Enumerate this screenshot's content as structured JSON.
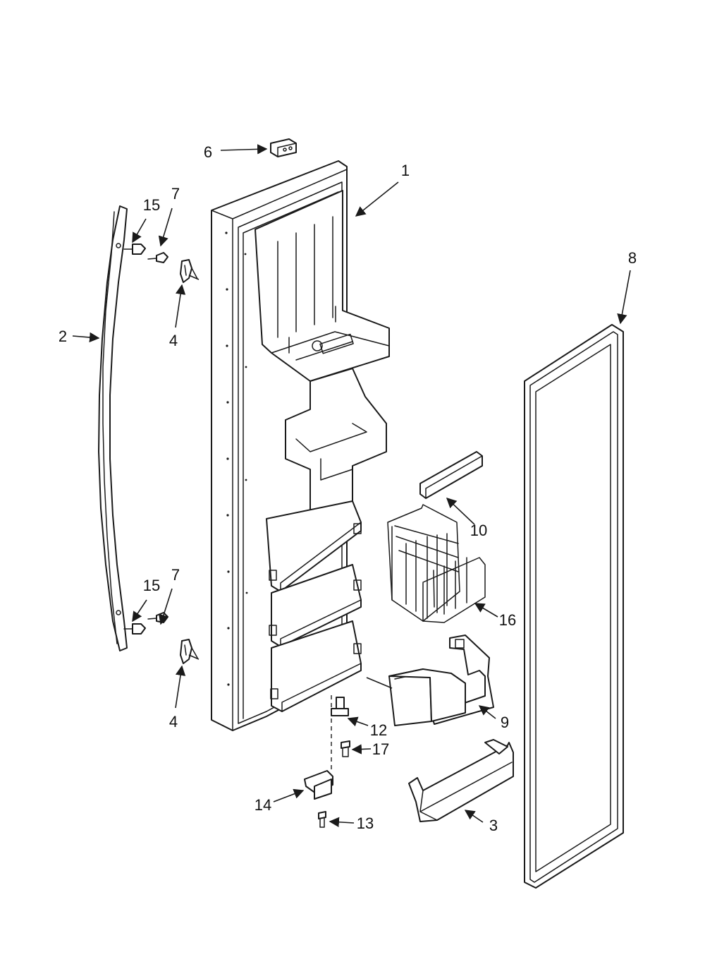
{
  "diagram": {
    "callouts": [
      {
        "id": "c1",
        "label": "1"
      },
      {
        "id": "c2",
        "label": "2"
      },
      {
        "id": "c3",
        "label": "3"
      },
      {
        "id": "c4a",
        "label": "4"
      },
      {
        "id": "c4b",
        "label": "4"
      },
      {
        "id": "c6",
        "label": "6"
      },
      {
        "id": "c7a",
        "label": "7"
      },
      {
        "id": "c7b",
        "label": "7"
      },
      {
        "id": "c8",
        "label": "8"
      },
      {
        "id": "c9",
        "label": "9"
      },
      {
        "id": "c10",
        "label": "10"
      },
      {
        "id": "c12",
        "label": "12"
      },
      {
        "id": "c13",
        "label": "13"
      },
      {
        "id": "c14",
        "label": "14"
      },
      {
        "id": "c15a",
        "label": "15"
      },
      {
        "id": "c15b",
        "label": "15"
      },
      {
        "id": "c16",
        "label": "16"
      },
      {
        "id": "c17",
        "label": "17"
      }
    ],
    "colors": {
      "line": "#1a1a1a",
      "background": "#ffffff"
    }
  }
}
